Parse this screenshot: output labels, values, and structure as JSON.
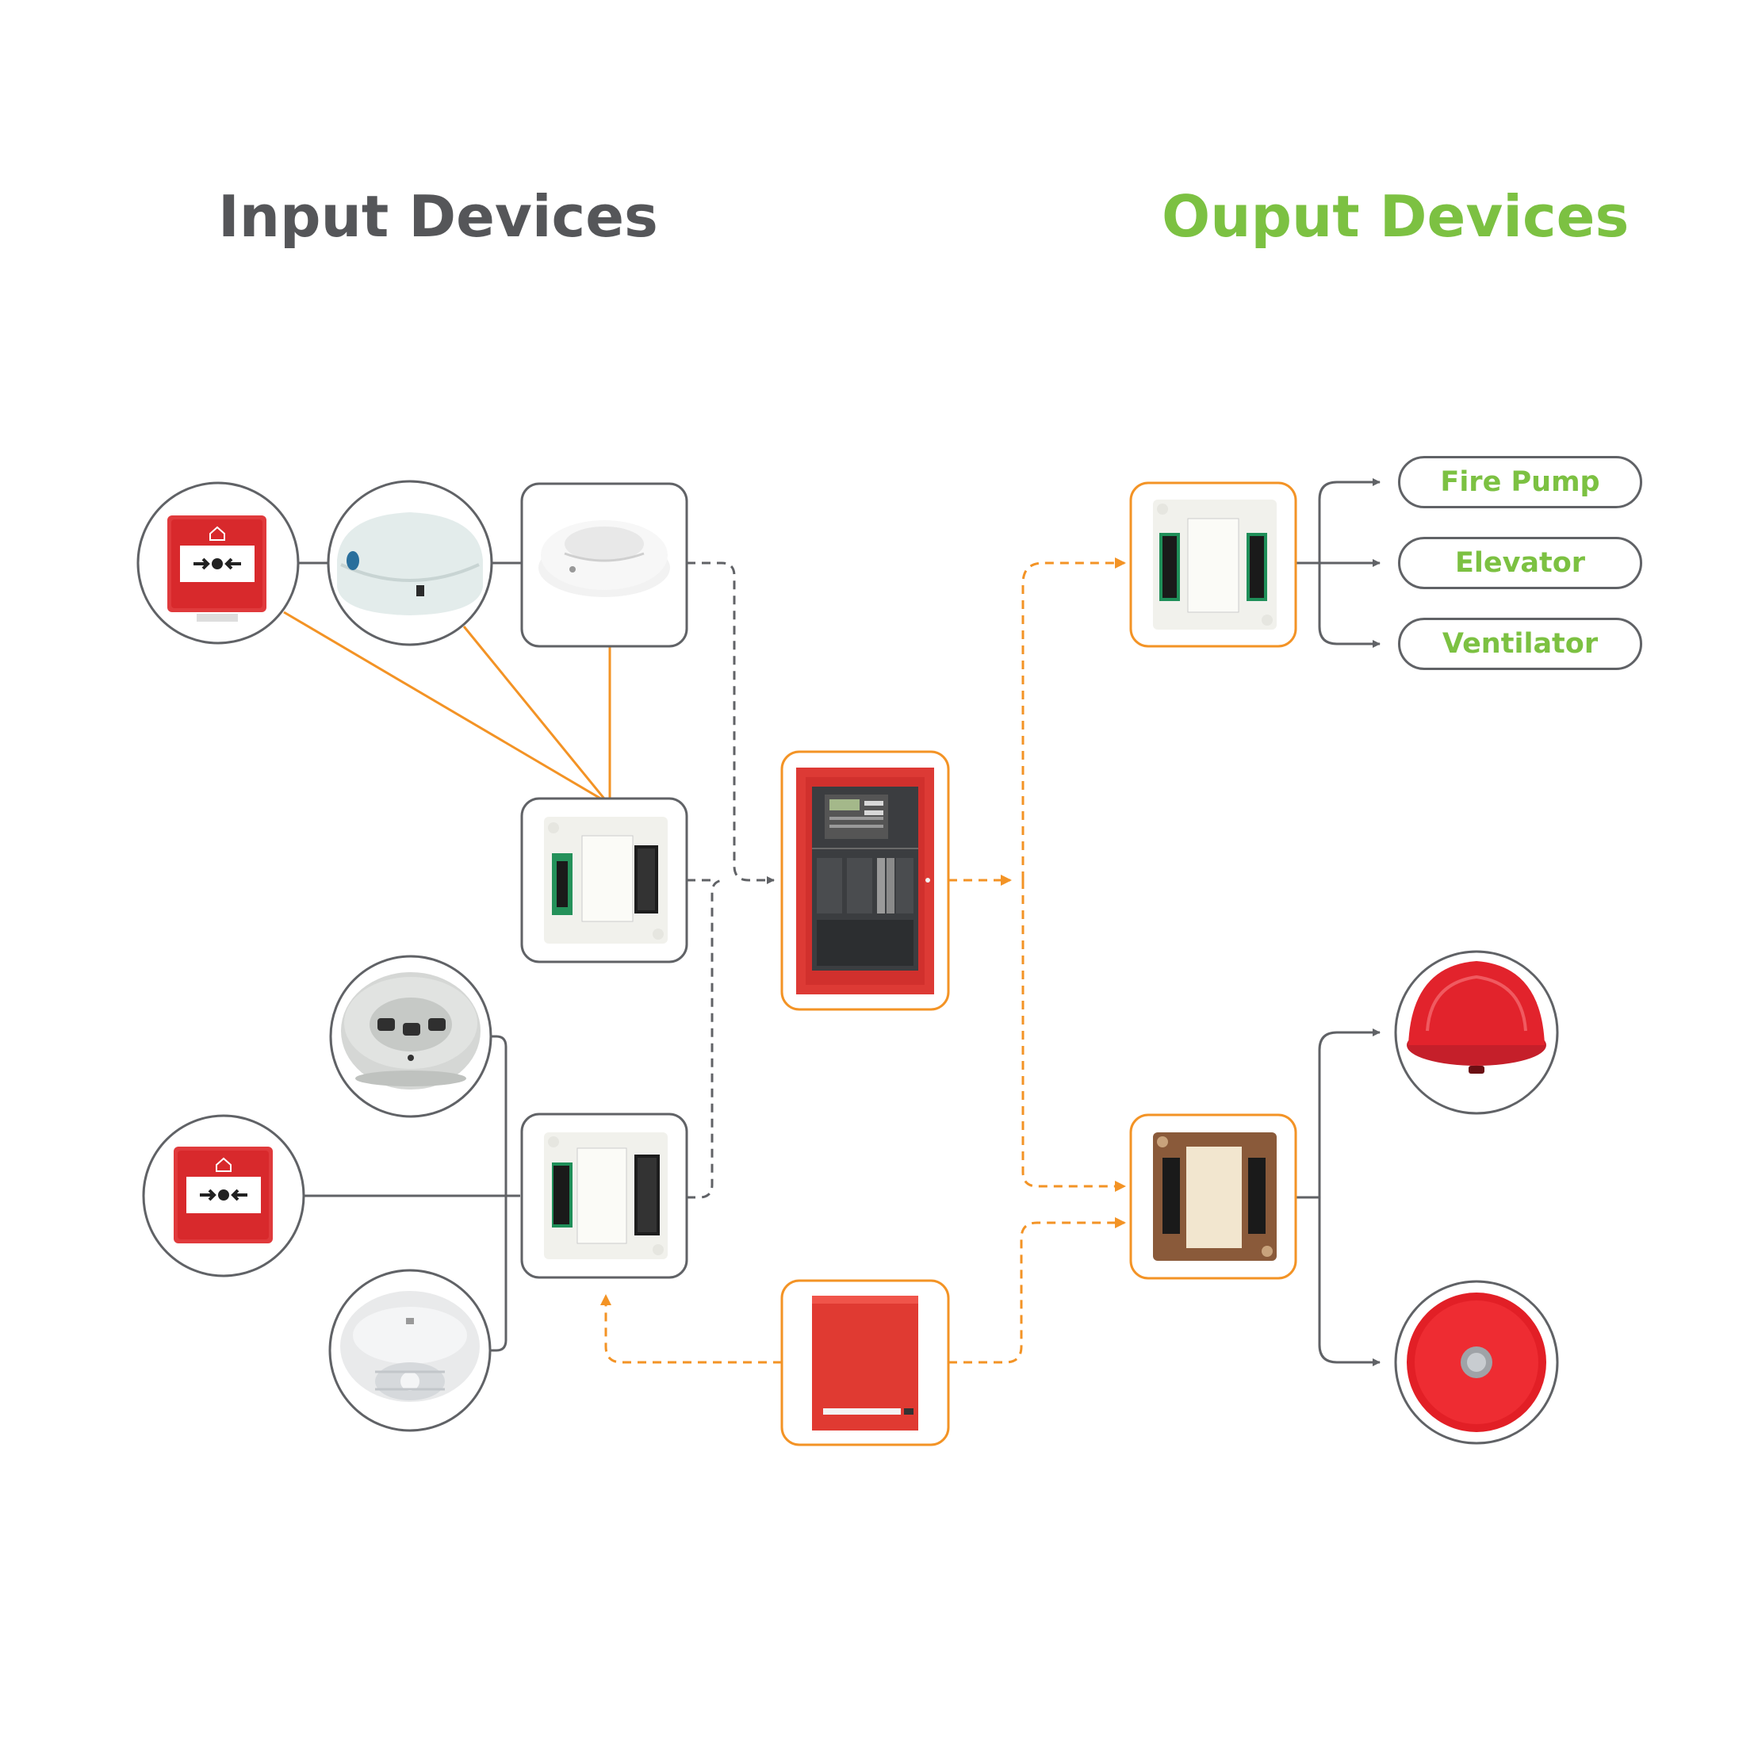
{
  "headings": {
    "input": "Input Devices",
    "output": "Ouput Devices"
  },
  "outputs": [
    "Fire Pump",
    "Elevator",
    "Ventilator"
  ],
  "colors": {
    "input_heading": "#555659",
    "output_heading": "#7cc142",
    "orange": "#f39325",
    "gray": "#606266",
    "red": "#e03a3c"
  },
  "devices": {
    "input": [
      "manual-call-point",
      "smoke-detector",
      "smoke-detector",
      "monitor-module",
      "smoke-detector",
      "manual-call-point",
      "heat-detector",
      "zone-module"
    ],
    "center": [
      "fire-alarm-control-panel",
      "power-supply"
    ],
    "output": [
      "relay-module",
      "signal-module",
      "strobe-beacon",
      "alarm-bell"
    ]
  }
}
